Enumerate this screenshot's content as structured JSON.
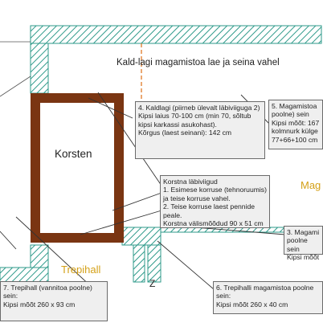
{
  "colors": {
    "wall_hatch": "#2e9a8a",
    "chimney": "#7a3512",
    "guide_line": "#e07a26",
    "label_orange": "#d4a017",
    "callout_bg": "#efefef",
    "leader": "#333333"
  },
  "labels": {
    "ceiling": "Kald-lagi magamistoa lae ja seina vahel",
    "chimney": "Korsten",
    "stair_hall": "Trepihall",
    "bedroom": "Mag",
    "z_mark": "Z"
  },
  "callouts": {
    "c4": "4. Kaldlagi (piirneb ülevalt läbiviiguga 2)\nKipsi laius 70-100 cm (min 70, sõltub kipsi karkassi asukohast).\nKõrgus (laest seinani): 142 cm",
    "c5": "5. Magamistoa\npoolne) sein\nKipsi mõõt: 167\nkolmnurk külge\n77+66+100 cm",
    "chimney_pass": "Korstna läbiviigud\n1. Esimese korruse (tehnoruumis) ja teise korruse vahel.\n2. Teise korruse laest pennide peale.\nKorstna välismõõdud 90 x 51 cm",
    "c3": "3. Magami\npoolne sein\nKipsi mõõt",
    "c7": "7. Trepihall (vannitoa poolne) sein:\nKipsi mõõt 260 x 93 cm",
    "c6": "6. Trepihalli magamistoa poolne sein:\nKipsi mõõt 260 x 40 cm"
  }
}
